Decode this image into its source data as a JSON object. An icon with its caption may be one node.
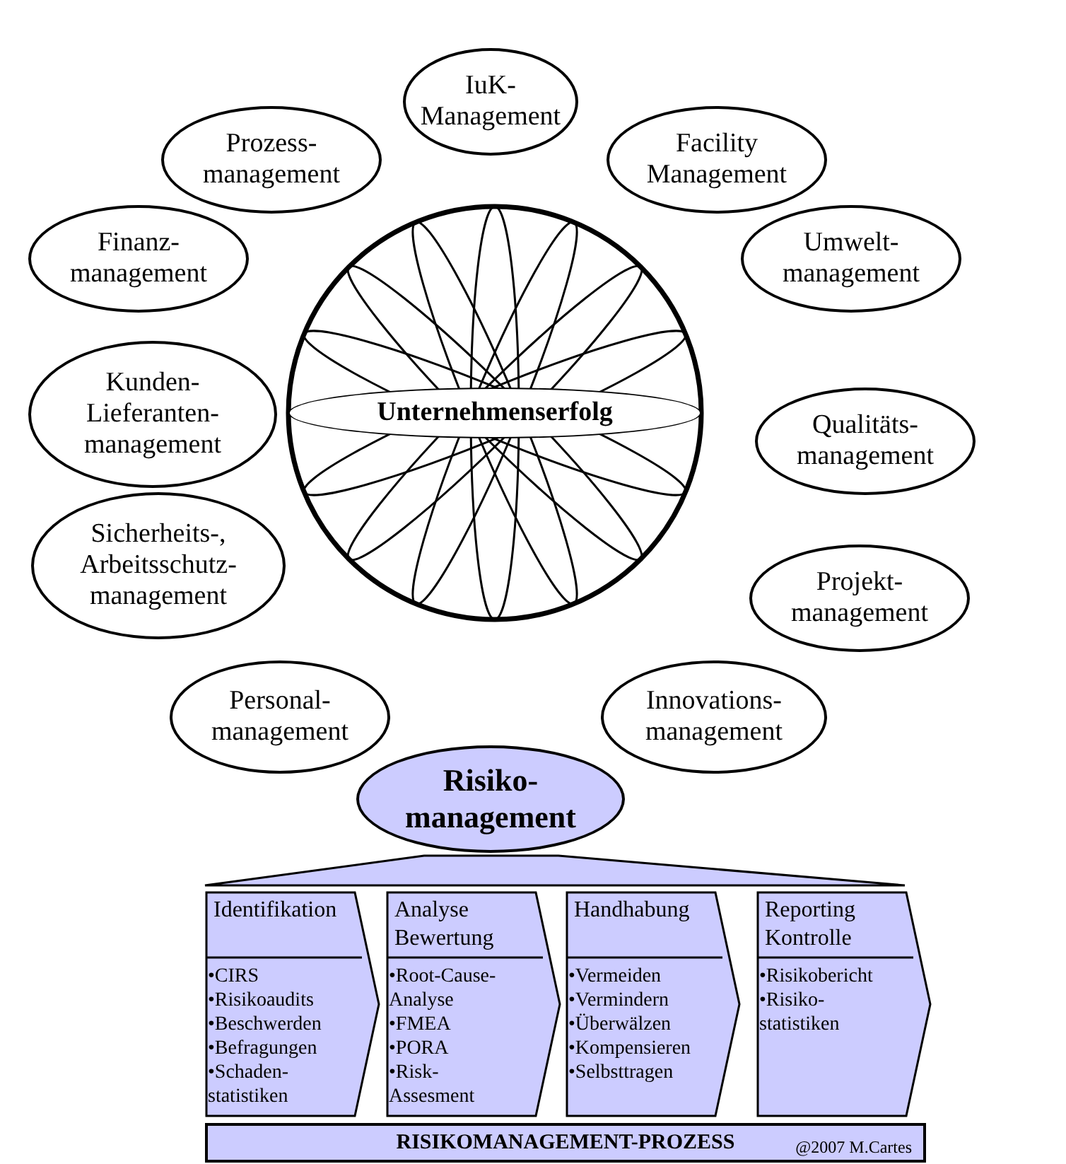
{
  "diagram": {
    "nodes": [
      {
        "text": [
          "IuK- Management"
        ]
      },
      {
        "text": [
          "Prozess- management"
        ]
      },
      {
        "text": [
          "Facility Management"
        ]
      },
      {
        "text": [
          "Finanz- management"
        ]
      },
      {
        "text": [
          "Umwelt- management"
        ]
      },
      {
        "text": [
          "Kunden- Lieferanten- management"
        ]
      },
      {
        "text": [
          "Qualitäts- management"
        ]
      },
      {
        "text": [
          "Sicherheits-, Arbeitsschutz- management"
        ]
      },
      {
        "text": [
          "Projekt- management"
        ]
      },
      {
        "text": [
          "Personal- management"
        ]
      },
      {
        "text": [
          "Innovations- management"
        ]
      },
      {
        "text": [
          "Unternehmenserfolg"
        ]
      },
      {
        "text": [
          "Risiko- management"
        ]
      },
      {
        "text": [
          "Identifikation",
          "•CIRS",
          "•Risikoaudits",
          "•Beschwerden",
          "•Befragungen",
          "•Schaden- statistiken"
        ]
      },
      {
        "text": [
          "Analyse Bewertung",
          "•Root-Cause- Analyse",
          "•FMEA",
          "•PORA",
          "•Risk- Assesment"
        ]
      },
      {
        "text": [
          "Handhabung",
          "•Vermeiden",
          "•Vermindern",
          "•Überwälzen",
          "•Kompensieren",
          "•Selbsttragen"
        ]
      },
      {
        "text": [
          "Reporting Kontrolle",
          "•Risikobericht",
          "•Risiko- statistiken"
        ]
      },
      {
        "text": [
          "RISIKOMANAGEMENT-PROZESS",
          "@2007 M.Cartes"
        ]
      },
      {
        "text": [],
        "shape": "triangle"
      }
    ]
  }
}
